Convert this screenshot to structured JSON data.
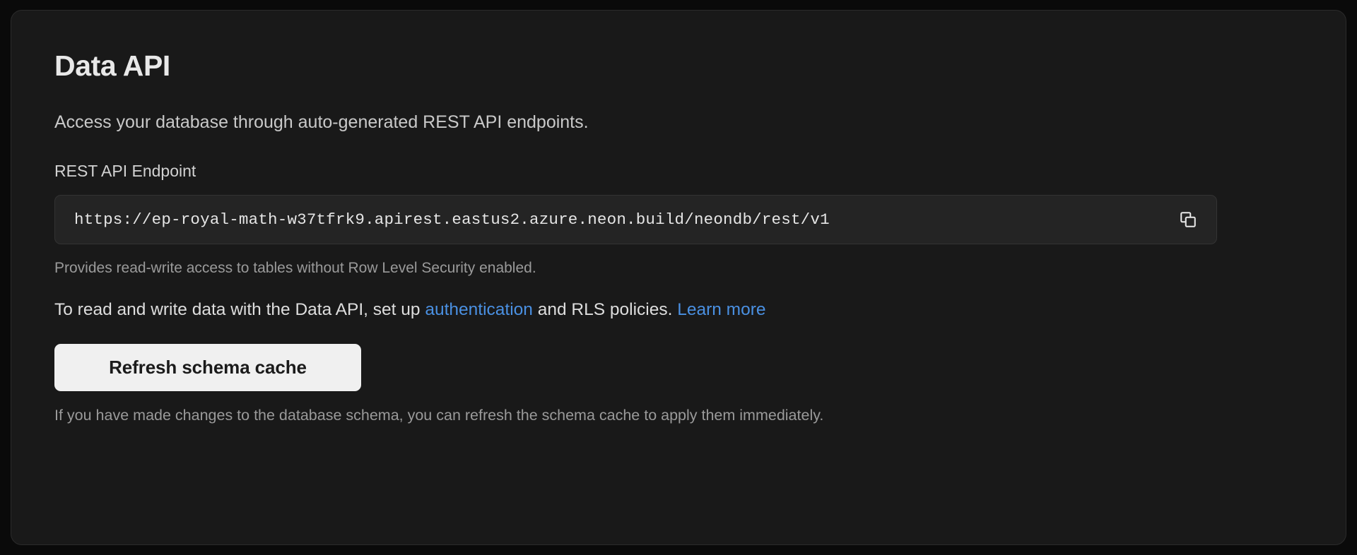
{
  "card": {
    "title": "Data API",
    "subtitle": "Access your database through auto-generated REST API endpoints.",
    "endpoint": {
      "label": "REST API Endpoint",
      "value": "https://ep-royal-math-w37tfrk9.apirest.eastus2.azure.neon.build/neondb/rest/v1",
      "copy_icon": "copy-icon",
      "helper_text": "Provides read-write access to tables without Row Level Security enabled."
    },
    "info": {
      "part1": "To read and write data with the Data API, set up ",
      "link1": "authentication",
      "part2": " and RLS policies. ",
      "link2": "Learn more"
    },
    "refresh_button_label": "Refresh schema cache",
    "footer_text": "If you have made changes to the database schema, you can refresh the schema cache to apply them immediately."
  },
  "colors": {
    "page_background": "#0a0a0a",
    "card_background": "#191919",
    "card_border": "#2b2b2b",
    "input_background": "#242424",
    "link": "#4a90e2",
    "button_background": "#f0f0f0",
    "button_text": "#1b1b1b",
    "muted_text": "#9a9a9a"
  }
}
